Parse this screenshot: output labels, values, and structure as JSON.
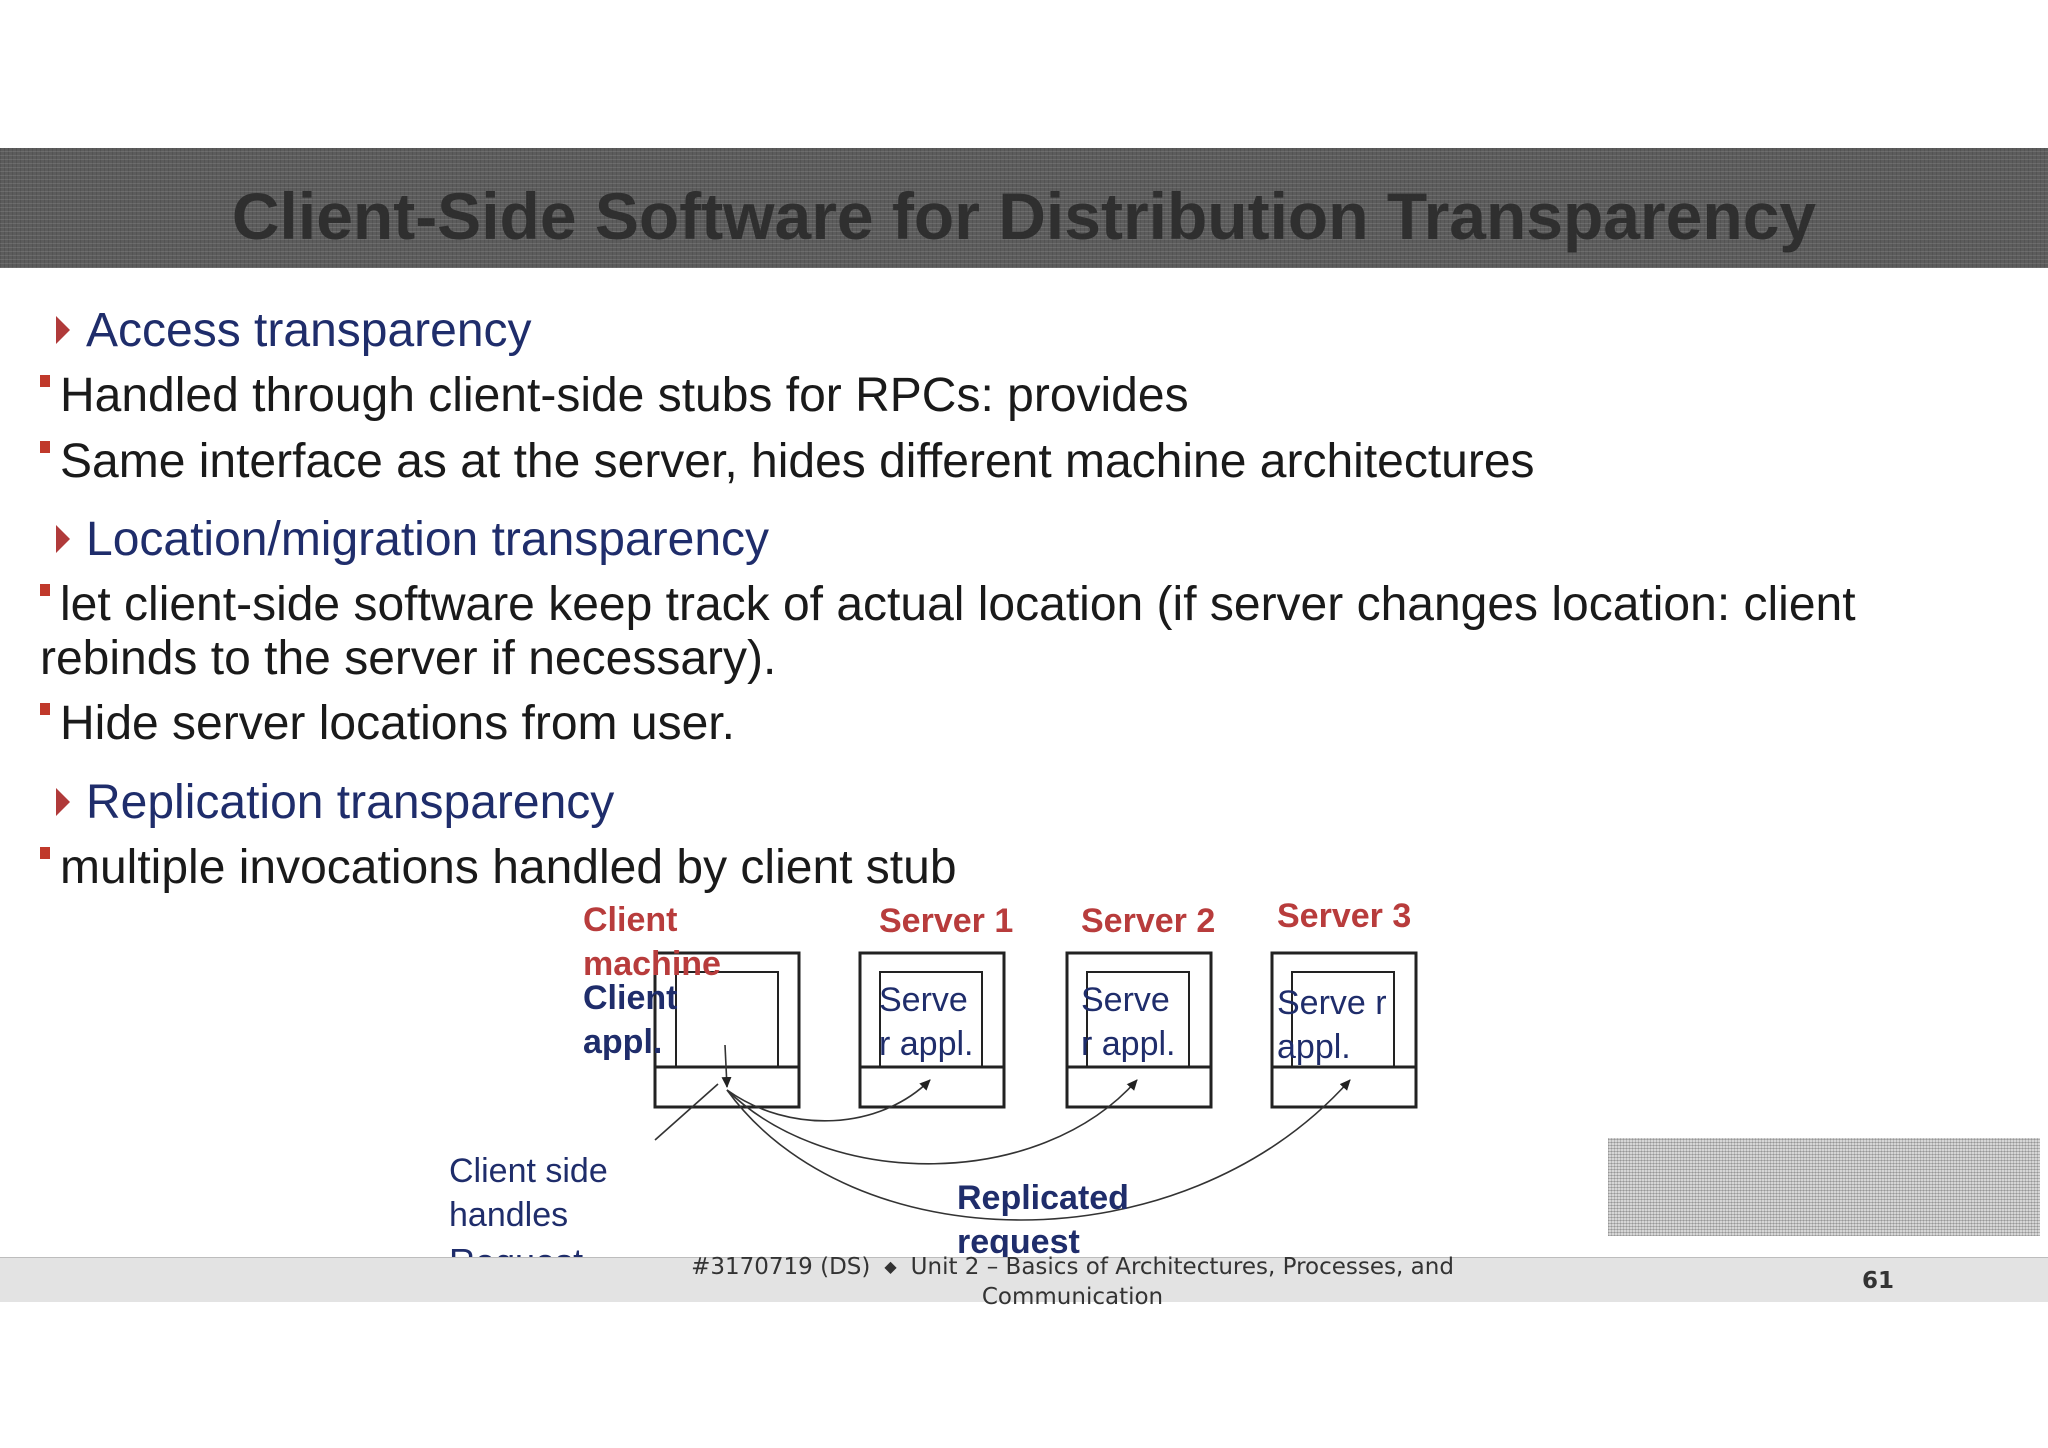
{
  "slide": {
    "title": "Client-Side Software for Distribution Transparency",
    "sections": [
      {
        "heading": "Access transparency",
        "bullets": [
          "Handled through client-side stubs for RPCs: provides",
          "Same interface as at the server, hides different machine architectures"
        ]
      },
      {
        "heading": "Location/migration transparency",
        "bullets": [
          "let client-side software keep track of actual location (if server changes location: client rebinds to the server if necessary).",
          "Hide server locations from user."
        ]
      },
      {
        "heading": "Replication transparency",
        "bullets": [
          "multiple invocations handled by client stub"
        ]
      }
    ]
  },
  "diagram": {
    "client_machine_label": "Client machine",
    "client_appl_label": "Client appl.",
    "servers": [
      {
        "label": "Server 1",
        "appl_label": "Serve r appl."
      },
      {
        "label": "Server 2",
        "appl_label": "Serve r appl."
      },
      {
        "label": "Server 3",
        "appl_label": "Serve r appl."
      }
    ],
    "client_side_label": "Client side handles",
    "request_label": "Request",
    "replicated_request_label": "Replicated request"
  },
  "footer": {
    "course": "#3170719 (DS)",
    "unit": "Unit 2 – Basics of Architectures, Processes, and Communication",
    "page_number": "61"
  },
  "colors": {
    "heading": "#1f2d6b",
    "accent_red": "#b83c3c",
    "title_bar": "#5c5c5c"
  }
}
